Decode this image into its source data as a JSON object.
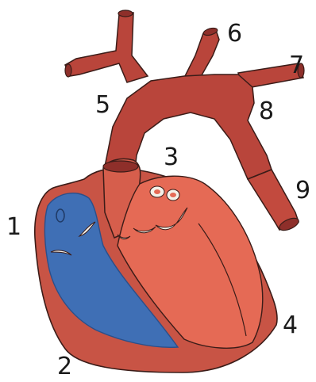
{
  "labels": {
    "l1": "1",
    "l2": "2",
    "l3": "3",
    "l4": "4",
    "l5": "5",
    "l6": "6",
    "l7": "7",
    "l8": "8",
    "l9": "9"
  },
  "colors": {
    "vessel": "#b9453b",
    "vessel_dark": "#8e2f2a",
    "outer_wall": "#c85445",
    "left_ventricle": "#e56a55",
    "right_ventricle": "#3f6fb5",
    "right_ventricle_dark": "#2b4f8a",
    "valve": "#f4f1e8",
    "outline": "#3b1c18"
  }
}
